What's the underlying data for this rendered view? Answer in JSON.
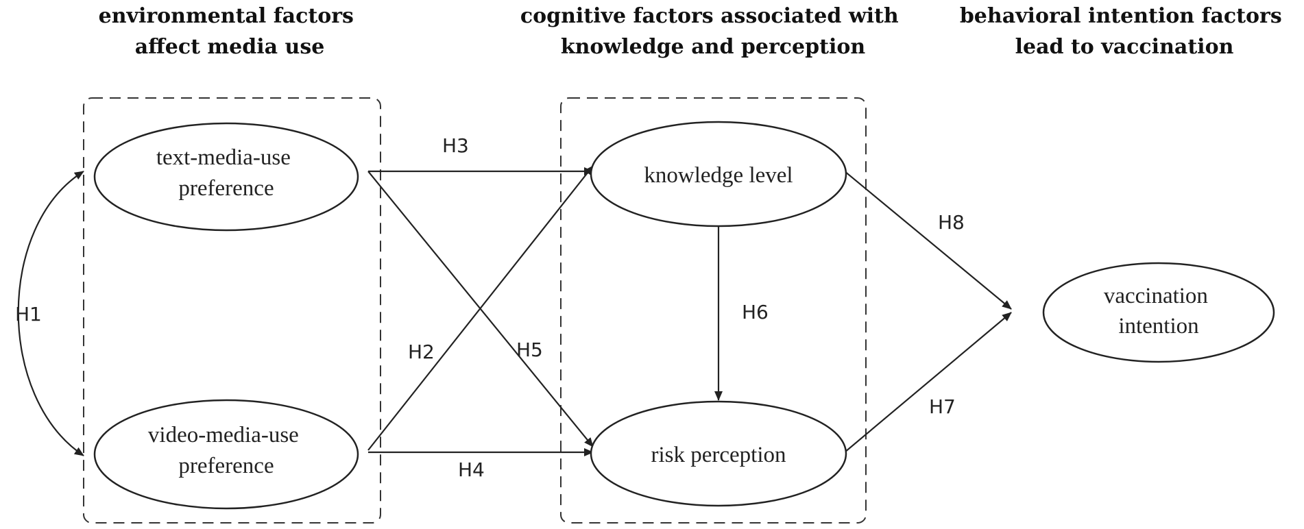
{
  "sections": [
    {
      "id": "environmental",
      "lines": [
        "environmental factors",
        "affect media use"
      ]
    },
    {
      "id": "cognitive",
      "lines": [
        "cognitive factors associated with",
        "knowledge and perception"
      ]
    },
    {
      "id": "behavioral",
      "lines": [
        "behavioral intention factors",
        "lead  to vaccination"
      ]
    }
  ],
  "nodes": [
    {
      "id": "text_media",
      "lines": [
        "text-media-use",
        "preference"
      ]
    },
    {
      "id": "video_media",
      "lines": [
        "video-media-use",
        "preference"
      ]
    },
    {
      "id": "knowledge",
      "lines": [
        "knowledge level"
      ]
    },
    {
      "id": "risk",
      "lines": [
        "risk perception"
      ]
    },
    {
      "id": "vaccination",
      "lines": [
        "vaccination",
        "intention"
      ]
    }
  ],
  "hypotheses": [
    {
      "id": "H1",
      "label": "H1",
      "from": "text_media",
      "to": "video_media",
      "bidirectional": true
    },
    {
      "id": "H2",
      "label": "H2",
      "from": "video_media",
      "to": "knowledge"
    },
    {
      "id": "H3",
      "label": "H3",
      "from": "text_media",
      "to": "knowledge"
    },
    {
      "id": "H4",
      "label": "H4",
      "from": "video_media",
      "to": "risk"
    },
    {
      "id": "H5",
      "label": "H5",
      "from": "text_media",
      "to": "risk"
    },
    {
      "id": "H6",
      "label": "H6",
      "from": "knowledge",
      "to": "risk"
    },
    {
      "id": "H7",
      "label": "H7",
      "from": "risk",
      "to": "vaccination"
    },
    {
      "id": "H8",
      "label": "H8",
      "from": "knowledge",
      "to": "vaccination"
    }
  ]
}
